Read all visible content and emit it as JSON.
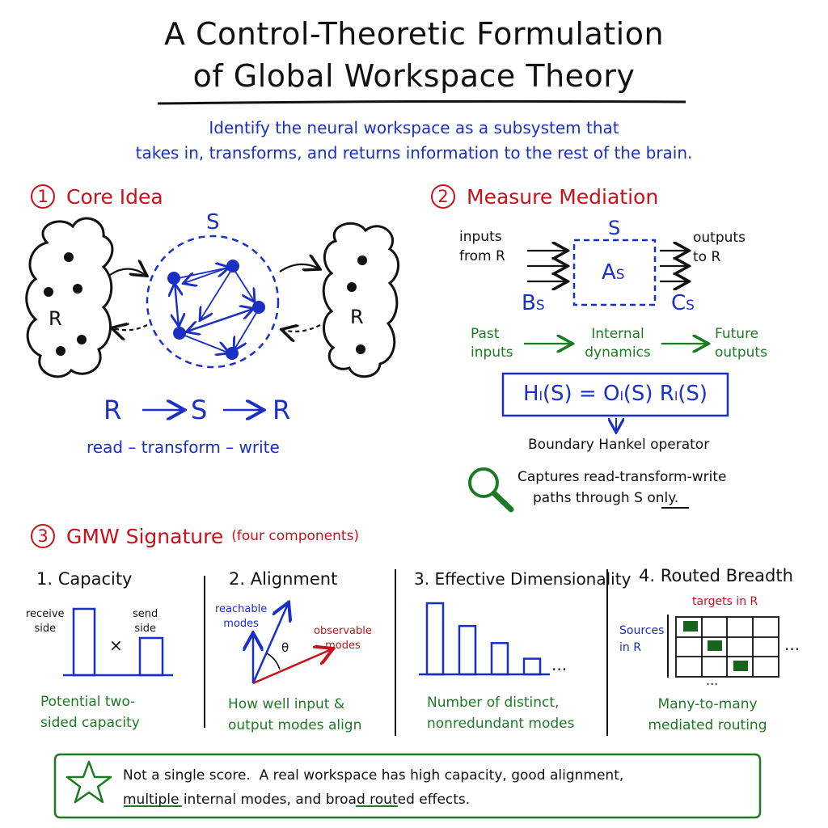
{
  "title": {
    "line1": "A Control-Theoretic Formulation",
    "line2": "of Global Workspace Theory"
  },
  "subtitle": {
    "line1": "Identify the neural workspace as a subsystem that",
    "line2": "takes in, transforms, and returns information to the rest of the brain."
  },
  "section1": {
    "number": "1",
    "title": "Core Idea",
    "s_label": "S",
    "r_left": "R",
    "r_right": "R",
    "flow": {
      "r1": "R",
      "s": "S",
      "r2": "R"
    },
    "flow_caption": "read – transform – write"
  },
  "section2": {
    "number": "2",
    "title": "Measure Mediation",
    "inputs": "inputs\nfrom R",
    "outputs": "outputs\nto R",
    "s_label": "S",
    "a_main": "A",
    "a_sub": "S",
    "b_main": "B",
    "b_sub": "S",
    "c_main": "C",
    "c_sub": "S",
    "past": "Past\ninputs",
    "internal": "Internal\ndynamics",
    "future": "Future\noutputs",
    "formula": "Hₗ(S) = Oₗ(S) Rₗ(S)",
    "hankel": "Boundary Hankel operator",
    "captures_line1": "Captures read-transform-write",
    "captures_line2a": "paths through S ",
    "captures_line2b": "only",
    "captures_line2c": "."
  },
  "section3": {
    "number": "3",
    "title": "GMW Signature",
    "title_note": "(four components)",
    "components": [
      {
        "title": "1. Capacity",
        "label_a": "receive\nside",
        "label_b": "send\nside",
        "op": "×",
        "caption": "Potential two-\nsided capacity"
      },
      {
        "title": "2. Alignment",
        "label_a": "reachable\nmodes",
        "label_b": "observable\nmodes",
        "angle": "θ",
        "caption": "How well input &\noutput modes align"
      },
      {
        "title": "3. Effective Dimensionality",
        "dots": "...",
        "caption": "Number of distinct,\nnonredundant modes",
        "bar_values": [
          1.0,
          0.68,
          0.44,
          0.22
        ]
      },
      {
        "title": "4. Routed Breadth",
        "targets": "targets in R",
        "sources": "Sources\nin R",
        "dots_right": "...",
        "dots_below": "...",
        "caption": "Many-to-many\nmediated routing"
      }
    ]
  },
  "summary": {
    "part1": "Not a single score.  A real workspace has high capacity, good alignment,",
    "u1": "multiple",
    "part2": " internal modes, and ",
    "u2": "broad",
    "part3": " routed effects."
  },
  "colors": {
    "blue": "#1a2fc4",
    "red": "#c8121b",
    "green": "#1d7a24",
    "dark_green": "#17651d"
  }
}
